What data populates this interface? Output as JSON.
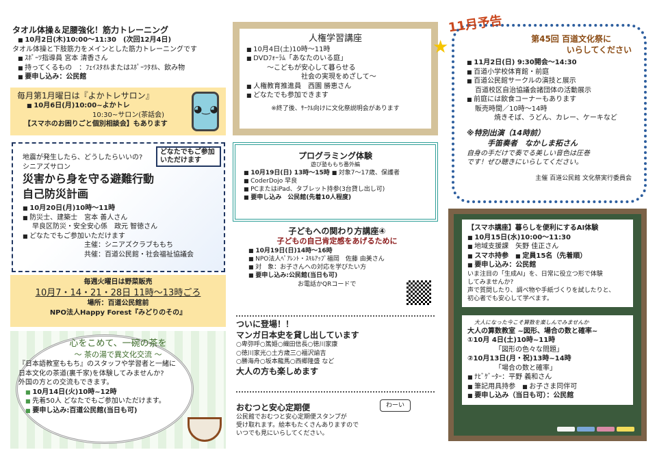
{
  "towel": {
    "title": "タオル体操＆足腰強化！筋力トレーニング",
    "date": "10月2日(木)10:00～11:30　(次回12月4日)",
    "desc": "タオル体操と下肢筋力をメインとした筋力トレーニングです",
    "instructor": "ｽﾎﾟｰﾂ指導員 宮本 清香さん",
    "bring": "持ってくるもの　：ﾌｪｲｽﾀｵﾙまたはｽﾎﾟｰﾂﾀｵﾙ、飲み物",
    "apply": "要申し込み：公民館"
  },
  "salon": {
    "title": "毎月第1月曜日は『よかトレサロン』",
    "date": "10月6日(月)10:00~よかトレ",
    "time2": "10:30~サロン(茶話会)",
    "note": "【スマホのお困りごと個別相談会】もあります"
  },
  "disaster": {
    "badge": "どなたでもご参加いただけます",
    "lead": "地震が発生したら、どうしたらいいの?",
    "sub": "シニアズサロン",
    "title1": "災害から身を守る避難行動",
    "title2": "自己防災計画",
    "date": "10月20日(月)10時～11時",
    "speaker1": "防災士、建築士　宮本 善人さん",
    "speaker2": "早良区防災・安全安心係　政元 智徳さん",
    "open": "どなたでもご参加いただけます",
    "host": "主催：シニアズクラブももち",
    "cohost": "共催：百道公民館・社会福祉協議会"
  },
  "veg": {
    "title": "毎週火曜日は野菜販売",
    "dates": "10月7・14・21・28日 11時～13時ごろ",
    "place": "場所：百道公民館前",
    "org": "NPO法人Happy Forest『みどりのその』"
  },
  "tea": {
    "title": "心をこめて、一碗の茶を",
    "sub": "～ 茶の湯で異文化交流 ～",
    "desc1": "『日本語教室ももち』のスタッフや学習者と一緒に",
    "desc2": "日本文化の茶道(裏千家)を体験してみませんか?",
    "desc3": "外国の方との交流もできます。",
    "date": "10月14日(火)10時~12時",
    "cap": "先着50人 どなたでもご参加いただけます。",
    "apply": "要申し込み:百道公民館(当日も可)"
  },
  "rights": {
    "title": "人権学習講座",
    "date": "10月4日(土)10時～11時",
    "dvd": "DVDﾌｫｰﾗﾑ「あなたのいる庭」",
    "sub1": "～こどもが安心して暮らせる",
    "sub2": "社会の実現をめざして～",
    "speaker": "人権教育推進員　西園 勝恵さん",
    "open": "どなたでも参加できます",
    "note": "※終了後、ｻｰｸﾙ向けに文化祭説明会があります"
  },
  "prog": {
    "title": "プログラミング体験",
    "sub": "遊び塾ももち番外編",
    "date": "10月19日(日) 13時～15時",
    "target": "対象7～17歳、保護者",
    "org": "CoderDojo 早良",
    "bring": "PCまたはiPad、タブレット持参(3台貸し出し可)",
    "apply": "要申し込み　公民館(先着10人程度)"
  },
  "child": {
    "title": "子どもへの関わり方講座④",
    "sub": "子どもの自己肯定感をあげるために",
    "date": "10月19日(日)14時～16時",
    "speaker": "NPO法人ﾍﾟｱﾚﾝﾄ・ｽｷﾙｱｯﾌﾟ福岡　佐藤 由美さん",
    "target": "対　象：お子さんへの対応を学びたい方",
    "apply": "要申し込み:公民館(当日も可)",
    "contact": "お電話かQRコードで"
  },
  "manga": {
    "title1": "ついに登場！！",
    "title2": "マンガ日本史を貸し出しています",
    "list1": "○卑弥呼○篤姫○織田信長○徳川家康",
    "list2": "○徳川家光○土方歳三○福沢諭吉",
    "list3": "○勝海舟○坂本龍馬○西郷隆盛 など",
    "adult": "大人の方も楽しめます"
  },
  "omutsu": {
    "title": "おむつと安心定期便",
    "speech": "わーい",
    "desc1": "公民館でおむつと安心定期便スタンプが",
    "desc2": "受け取れます。絵本もたくさんありますので",
    "desc3": "いつでも見にいらしてください。"
  },
  "fest": {
    "tag": "11月予告",
    "title1": "第45回 百道文化祭に",
    "title2": "いらしてください",
    "date": "11月2日(日) 9:30開会～14:30",
    "place": "百道小学校体育館・前庭",
    "show1": "百道公民館サークルの演技と展示",
    "show2": "百道校区自治協議会諸団体の活動展示",
    "food": "前庭には飲食コーナーもあります",
    "sale": "販売時間／10時～14時",
    "menu": "焼きそば、うどん、カレー、ケーキなど",
    "special": "※特別出演（14時前）",
    "performer": "手笛奏者　なかしま拓さん",
    "desc1": "自身の手だけで奏でる美しい音色は圧巻",
    "desc2": "です！ぜひ聴きにいらしてください。",
    "host": "主催 百道公民館 文化祭実行委員会"
  },
  "ai": {
    "title": "【スマホ講座】暮らしを便利にするAI体験",
    "date": "10月15日(水)10:00～11:30",
    "speaker": "地域支援課　矢野 佳正さん",
    "bring": "スマホ持参",
    "cap": "定員15名（先着順）",
    "apply": "要申し込み：公民館",
    "desc1": "いま注目の「生成AI」を、日常に役立つ形で体験",
    "desc2": "してみませんか?",
    "desc3": "声で質問したり、調べ物や手紙づくりを試したりと、",
    "desc4": "初心者でも安心して学べます。"
  },
  "math": {
    "lead": "大人になった今こそ算数を楽しんでみませんか",
    "title": "大人の算数教室 ~図形、場合の数と確率~",
    "s1": "①10月 4日(土)10時~11時",
    "s1t": "「図形の色々な問題」",
    "s2": "②10月13日(月・祝)13時~14時",
    "s2t": "「場合の数と確率」",
    "nav": "ﾅﾋﾞｹﾞｰﾀｰ：平野 義和さん",
    "bring": "筆記用具持参",
    "child": "お子さま同伴可",
    "apply": "要申し込み（当日も可）：公民館"
  },
  "colors": {
    "chalk": [
      "#f4f4f4",
      "#7aa6d8",
      "#d98aa6",
      "#f3dc5a"
    ],
    "board": "#3b5a3c",
    "frame": "#7b6247"
  }
}
